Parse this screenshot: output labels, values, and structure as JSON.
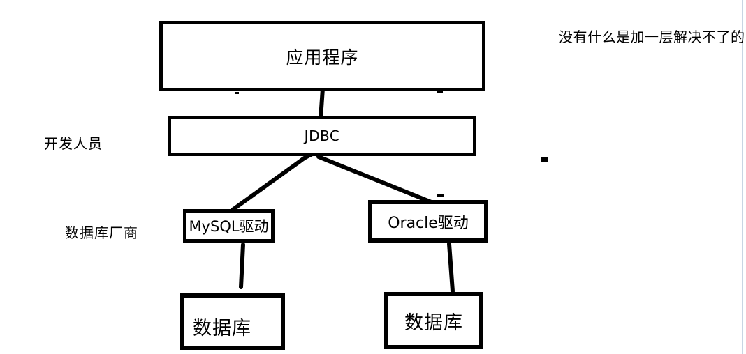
{
  "diagram": {
    "annotation_top_right": "没有什么是加一层解决不了的",
    "nodes": {
      "application": {
        "label": "应用程序"
      },
      "jdbc": {
        "label": "JDBC"
      },
      "mysql_driver": {
        "label": "MySQL驱动"
      },
      "oracle_driver": {
        "label": "Oracle驱动"
      },
      "database_left": {
        "label": "数据库"
      },
      "database_right": {
        "label": "数据库"
      }
    },
    "side_labels": {
      "developers": "开发人员",
      "database_vendors": "数据库厂商"
    },
    "edges": [
      {
        "from": "application",
        "to": "jdbc"
      },
      {
        "from": "jdbc",
        "to": "mysql_driver"
      },
      {
        "from": "jdbc",
        "to": "oracle_driver"
      },
      {
        "from": "mysql_driver",
        "to": "database_left"
      },
      {
        "from": "oracle_driver",
        "to": "database_right"
      }
    ],
    "colors": {
      "box_border": "#000000",
      "text": "#000000",
      "background": "#ffffff",
      "page_edge_line": "#b5c7da"
    }
  }
}
